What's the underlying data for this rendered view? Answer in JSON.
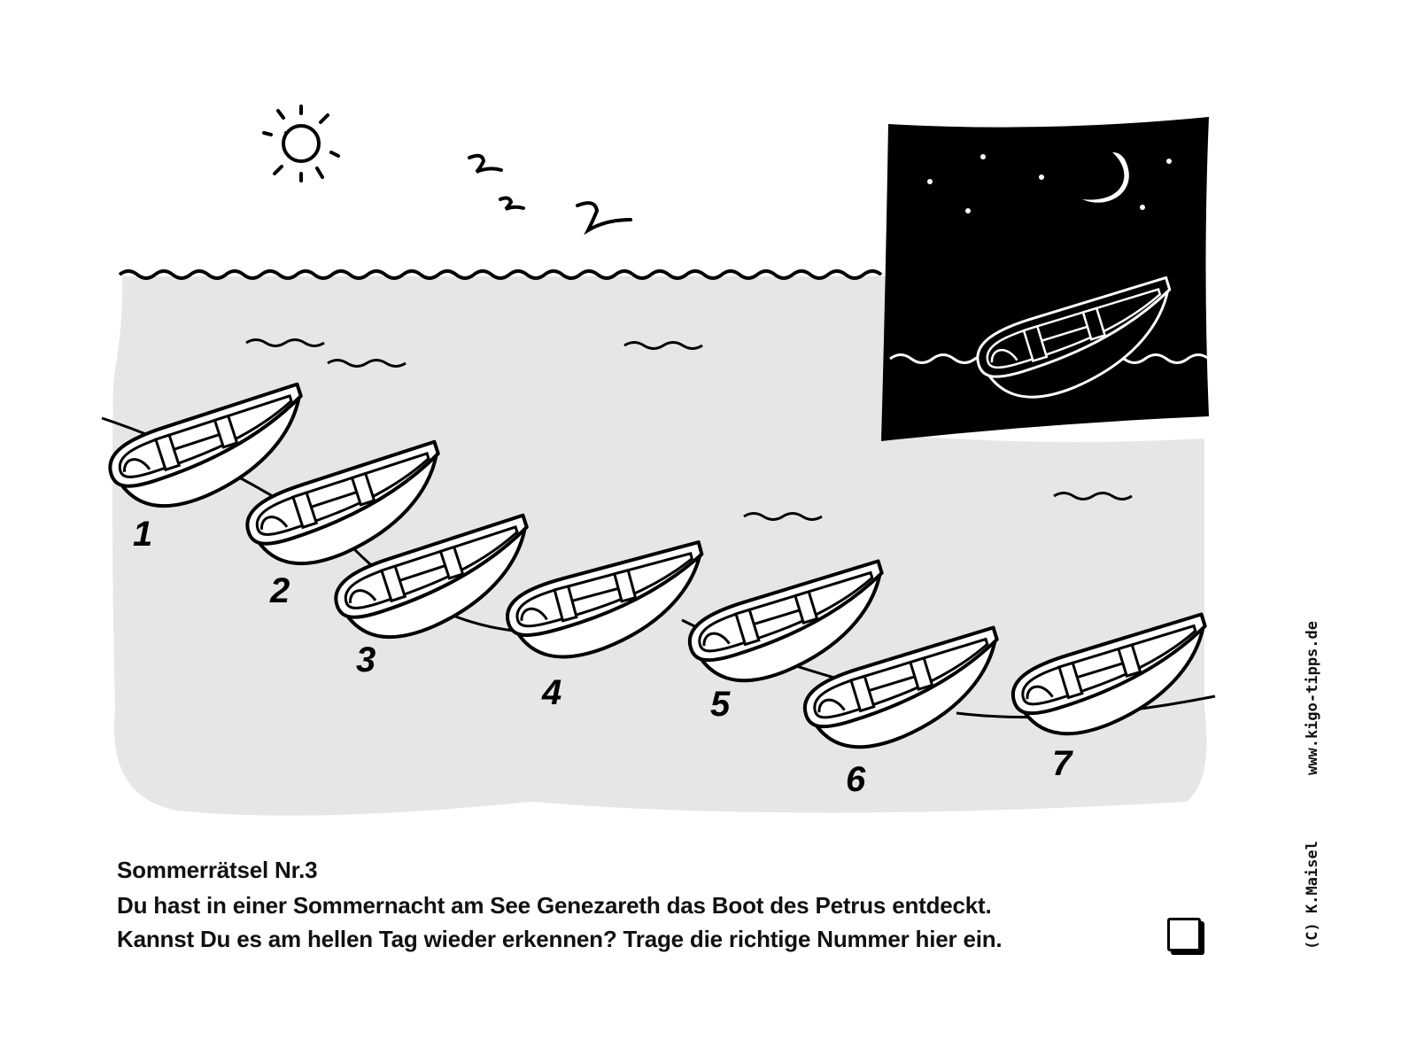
{
  "puzzle": {
    "title": "Sommerrätsel Nr.3",
    "line1": "Du hast in einer Sommernacht am See Genezareth das Boot des Petrus entdeckt.",
    "line2": "Kannst Du es am hellen Tag wieder erkennen? Trage die richtige Nummer hier ein."
  },
  "boats": [
    {
      "number": "1"
    },
    {
      "number": "2"
    },
    {
      "number": "3"
    },
    {
      "number": "4"
    },
    {
      "number": "5"
    },
    {
      "number": "6"
    },
    {
      "number": "7"
    }
  ],
  "credits": {
    "url": "www.kigo-tipps.de",
    "copyright": "(C) K.Maisel"
  },
  "colors": {
    "lake": "#e6e6e6",
    "night": "#000000",
    "ink": "#000000"
  }
}
